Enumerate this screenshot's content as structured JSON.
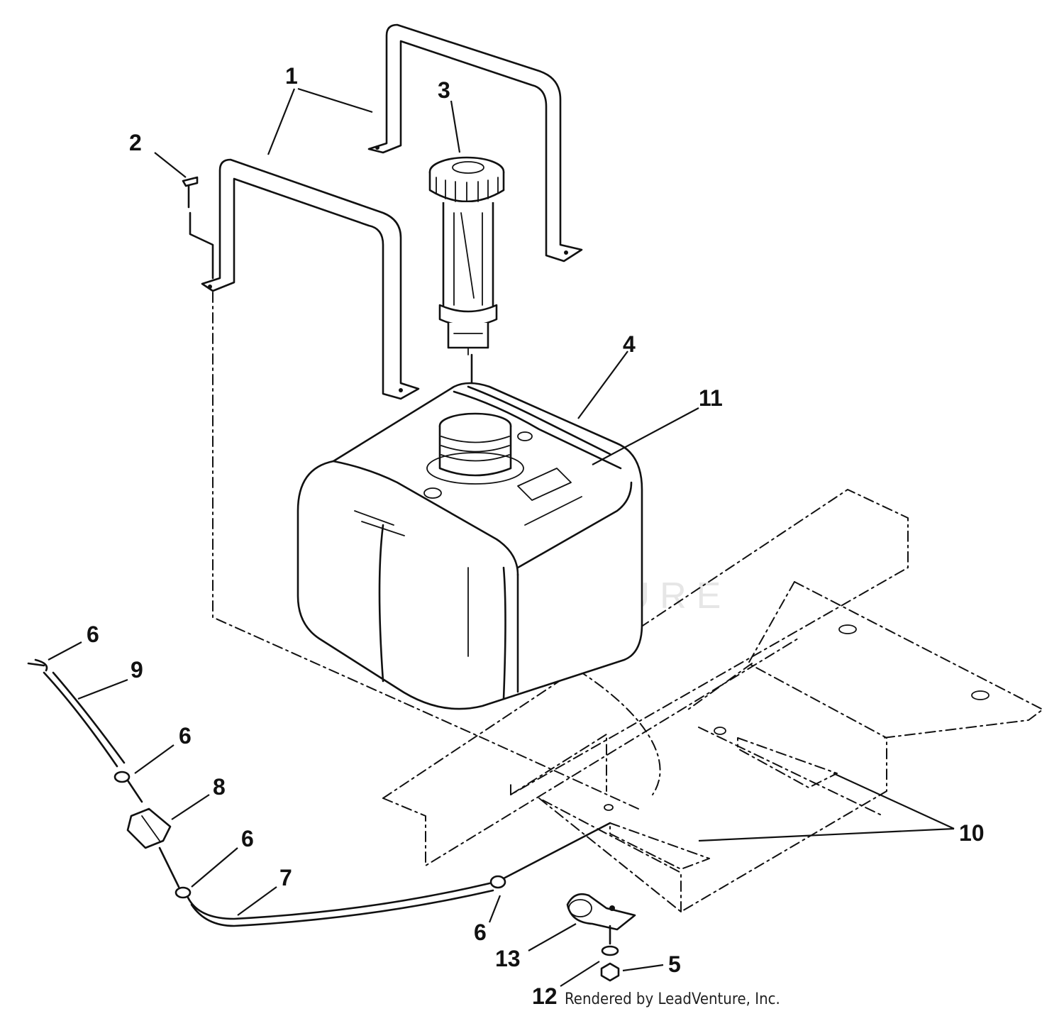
{
  "diagram": {
    "callouts": [
      {
        "id": "c1",
        "label": "1"
      },
      {
        "id": "c2",
        "label": "2"
      },
      {
        "id": "c3",
        "label": "3"
      },
      {
        "id": "c4",
        "label": "4"
      },
      {
        "id": "c11",
        "label": "11"
      },
      {
        "id": "c6a",
        "label": "6"
      },
      {
        "id": "c9",
        "label": "9"
      },
      {
        "id": "c6b",
        "label": "6"
      },
      {
        "id": "c8",
        "label": "8"
      },
      {
        "id": "c6c",
        "label": "6"
      },
      {
        "id": "c7",
        "label": "7"
      },
      {
        "id": "c6d",
        "label": "6"
      },
      {
        "id": "c10",
        "label": "10"
      },
      {
        "id": "c13",
        "label": "13"
      },
      {
        "id": "c5",
        "label": "5"
      },
      {
        "id": "c12",
        "label": "12"
      }
    ],
    "watermark": "LEADVENTURE",
    "credit": "Rendered by LeadVenture, Inc."
  },
  "colors": {
    "ink": "#111111",
    "paper": "#ffffff",
    "watermark": "#e6e6e6"
  }
}
